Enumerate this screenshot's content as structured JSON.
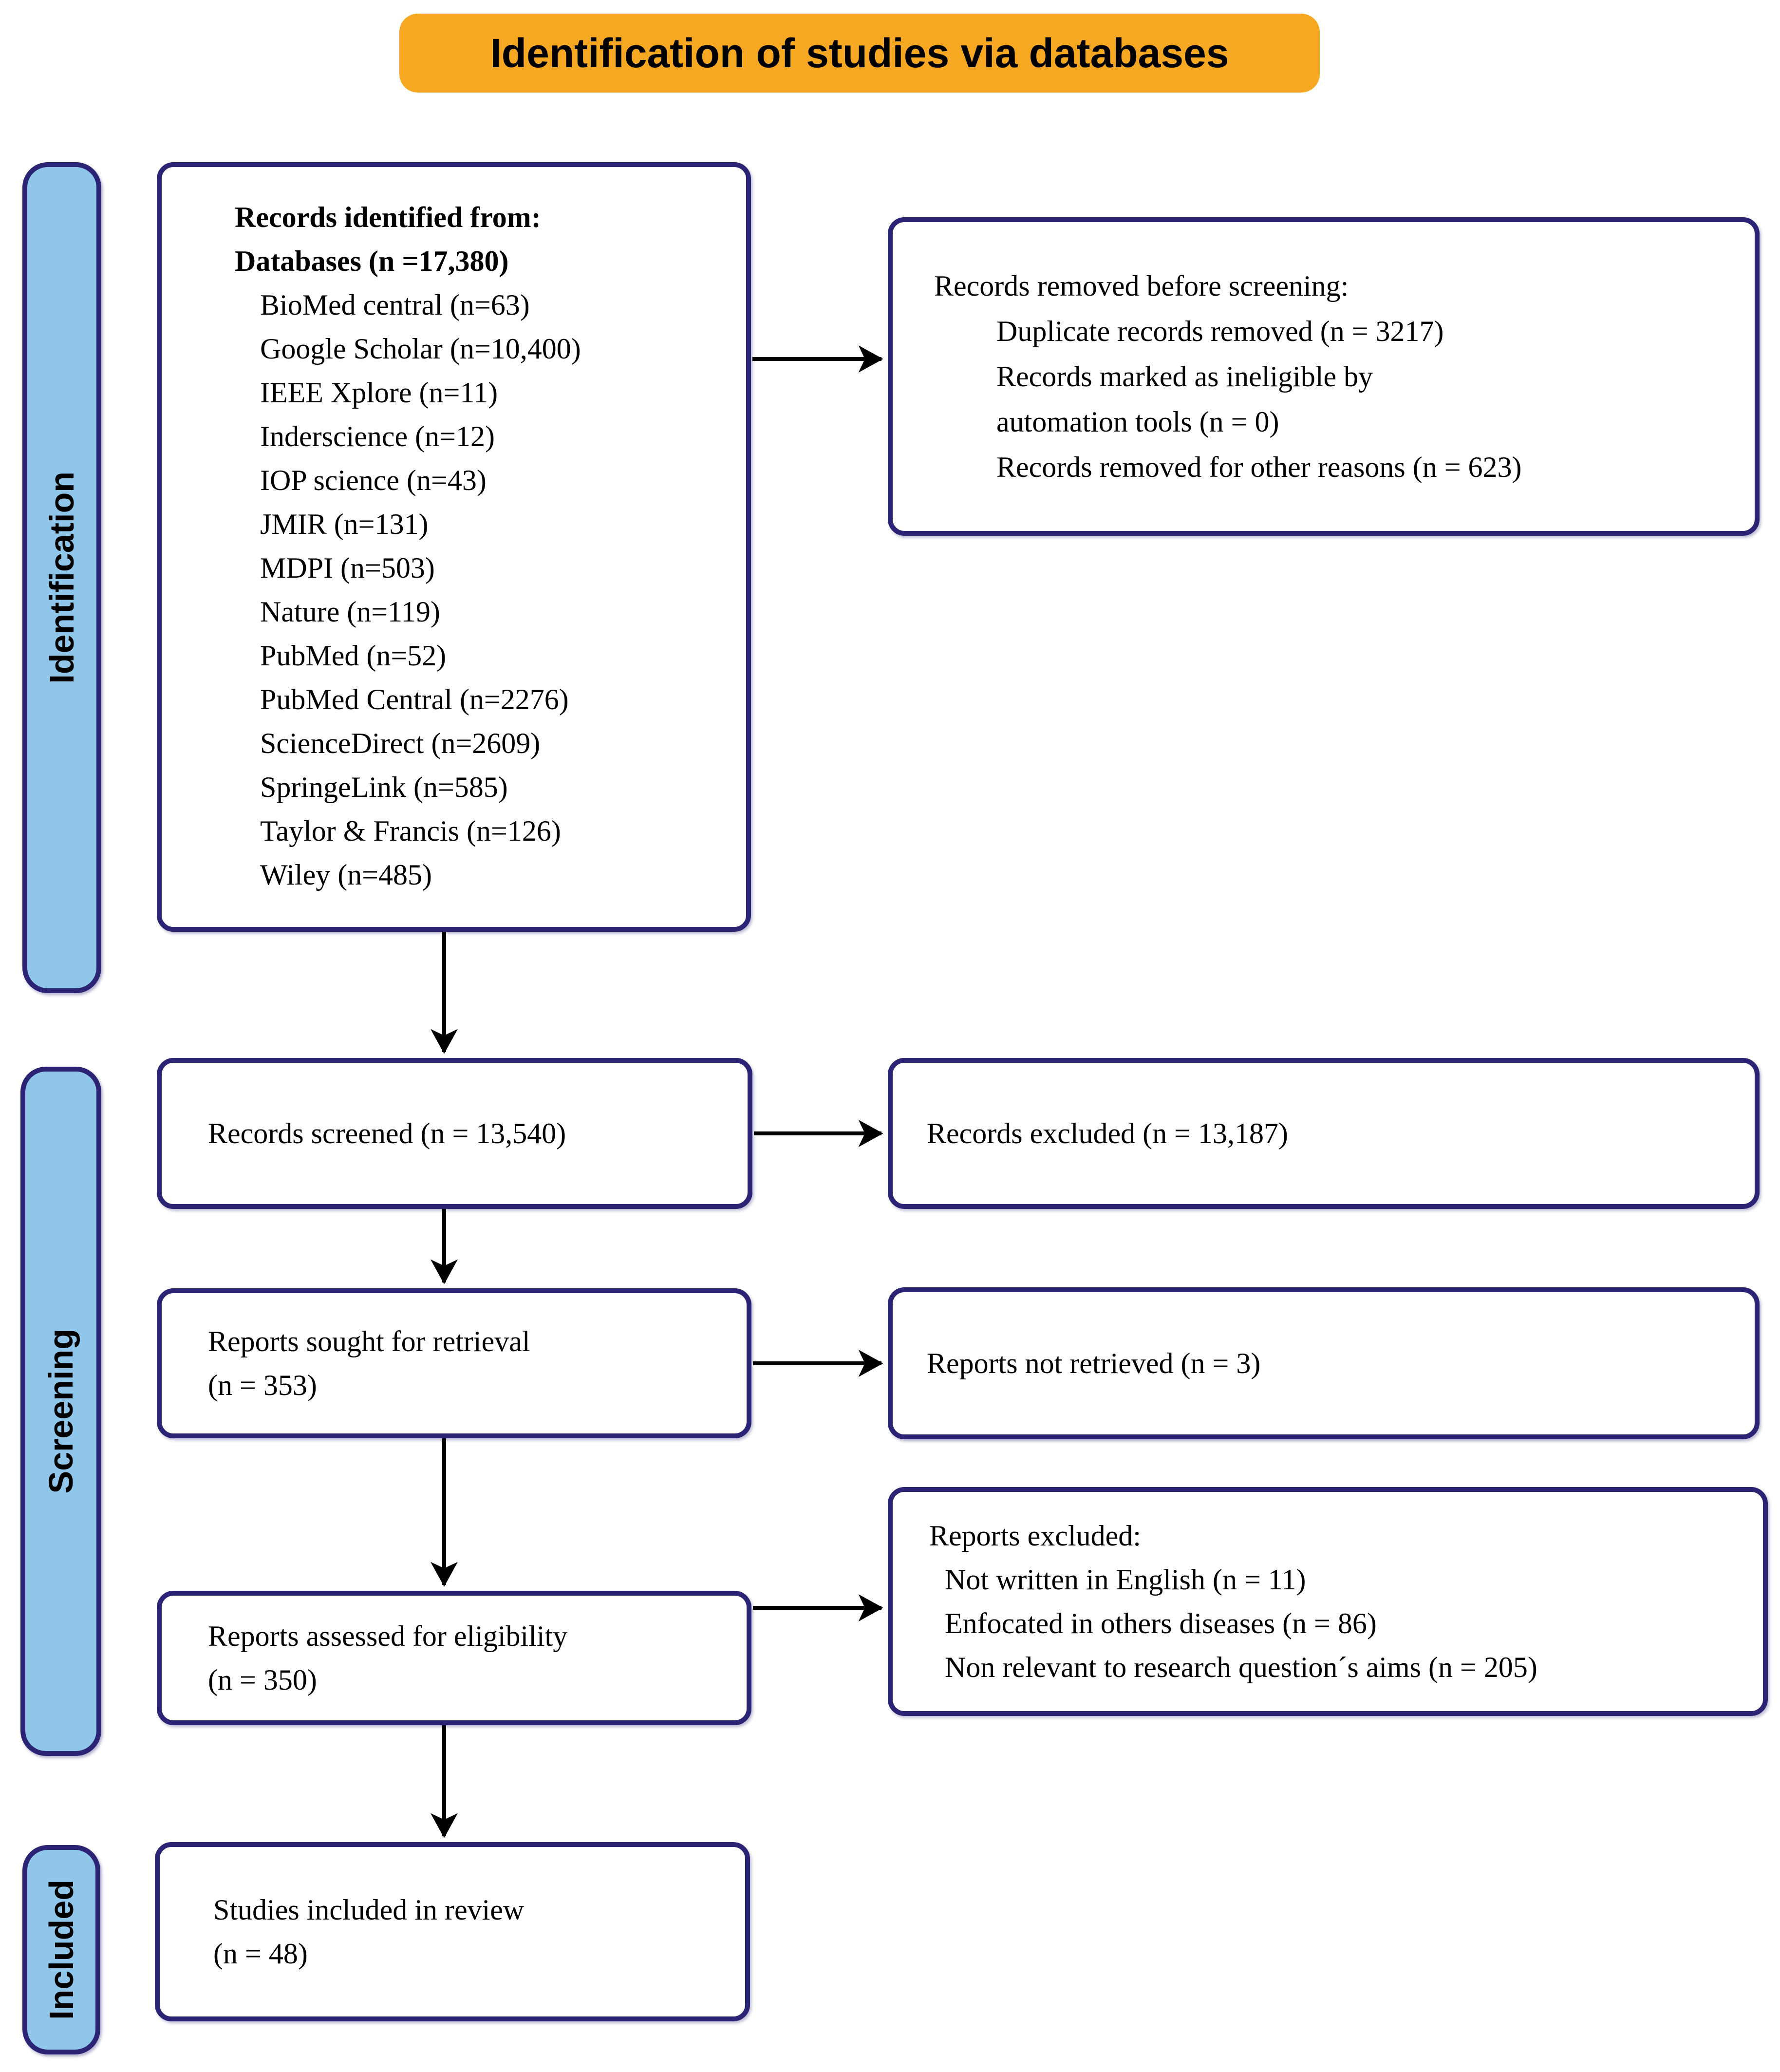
{
  "banner": {
    "label": "Identification of studies via databases"
  },
  "stages": {
    "identification": "Identification",
    "screening": "Screening",
    "included": "Included"
  },
  "boxes": {
    "records_identified": {
      "heading_line1": "Records identified from:",
      "heading_line2": "Databases (n =17,380)",
      "items": [
        "BioMed central (n=63)",
        "Google Scholar (n=10,400)",
        "IEEE Xplore (n=11)",
        "Inderscience (n=12)",
        "IOP science (n=43)",
        "JMIR (n=131)",
        "MDPI (n=503)",
        "Nature (n=119)",
        "PubMed (n=52)",
        "PubMed Central (n=2276)",
        "ScienceDirect (n=2609)",
        "SpringeLink (n=585)",
        "Taylor & Francis (n=126)",
        "Wiley (n=485)"
      ]
    },
    "records_removed": {
      "heading": "Records removed before screening:",
      "lines": [
        "Duplicate records removed (n = 3217)",
        "Records marked as ineligible by",
        "automation tools (n = 0)",
        "Records removed for other reasons (n = 623)"
      ]
    },
    "records_screened": {
      "text": "Records screened (n = 13,540)"
    },
    "records_excluded": {
      "text": "Records excluded (n = 13,187)"
    },
    "reports_sought": {
      "line1": "Reports sought for retrieval",
      "line2": "(n = 353)"
    },
    "reports_not_retrieved": {
      "text": "Reports not retrieved (n = 3)"
    },
    "reports_assessed": {
      "line1": "Reports assessed for eligibility",
      "line2": "(n = 350)"
    },
    "reports_excluded": {
      "heading": "Reports excluded:",
      "lines": [
        "Not written in English (n = 11)",
        "Enfocated in others diseases (n = 86)",
        "Non relevant to research question´s aims (n = 205)"
      ]
    },
    "studies_included": {
      "line1": "Studies included in review",
      "line2": "(n = 48)"
    }
  },
  "colors": {
    "banner_bg": "#F7A823",
    "stage_fill": "#8FC6EA",
    "box_border": "#2B2374",
    "arrow": "#000000"
  }
}
